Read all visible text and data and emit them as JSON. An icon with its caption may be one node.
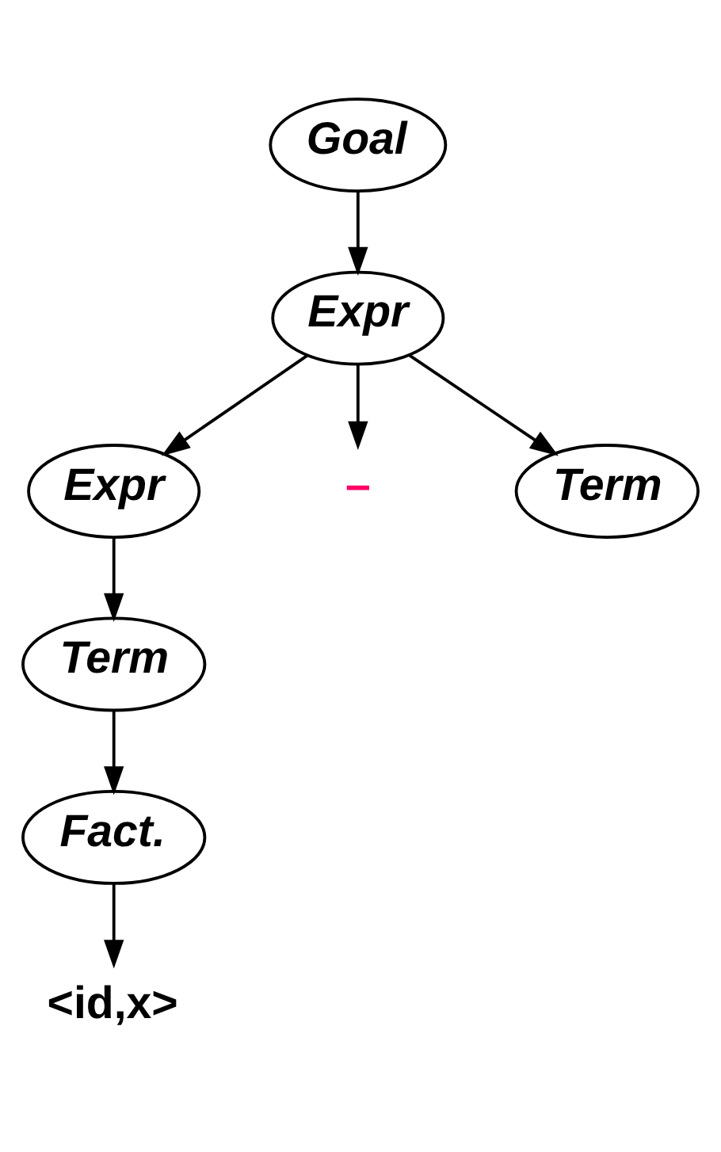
{
  "diagram": {
    "nodes": [
      {
        "text": [
          "Goal"
        ]
      },
      {
        "text": [
          "Expr"
        ]
      },
      {
        "text": [
          "Expr"
        ]
      },
      {
        "text": [
          "–"
        ]
      },
      {
        "text": [
          "Term"
        ]
      },
      {
        "text": [
          "Term"
        ]
      },
      {
        "text": [
          "Fact."
        ]
      },
      {
        "text": [
          "<id,x>"
        ]
      }
    ],
    "edges": [
      {
        "from": 0,
        "to": 1,
        "arrow": "to"
      },
      {
        "from": 1,
        "to": 2,
        "arrow": "to"
      },
      {
        "from": 1,
        "to": 3,
        "arrow": "to"
      },
      {
        "from": 1,
        "to": 4,
        "arrow": "to"
      },
      {
        "from": 2,
        "to": 5,
        "arrow": "to"
      },
      {
        "from": 5,
        "to": 6,
        "arrow": "to"
      },
      {
        "from": 6,
        "to": 7,
        "arrow": "to"
      }
    ]
  }
}
